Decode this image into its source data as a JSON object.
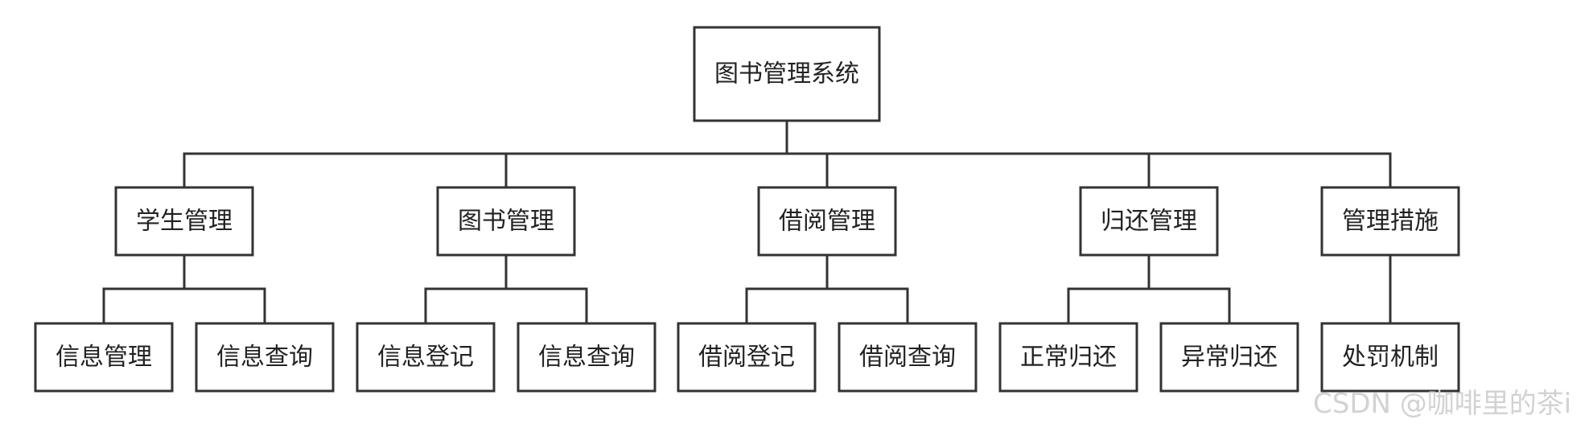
{
  "root": {
    "label": "图书管理系统",
    "children": [
      {
        "label": "学生管理",
        "children": [
          {
            "label": "信息管理"
          },
          {
            "label": "信息查询"
          }
        ]
      },
      {
        "label": "图书管理",
        "children": [
          {
            "label": "信息登记"
          },
          {
            "label": "信息查询"
          }
        ]
      },
      {
        "label": "借阅管理",
        "children": [
          {
            "label": "借阅登记"
          },
          {
            "label": "借阅查询"
          }
        ]
      },
      {
        "label": "归还管理",
        "children": [
          {
            "label": "正常归还"
          },
          {
            "label": "异常归还"
          }
        ]
      },
      {
        "label": "管理措施",
        "children": [
          {
            "label": "处罚机制"
          }
        ]
      }
    ]
  },
  "watermark": "CSDN @咖啡里的茶i",
  "colors": {
    "line": "#333333",
    "box_fill": "#ffffff",
    "text": "#222222",
    "watermark": "#d2d2d2"
  }
}
